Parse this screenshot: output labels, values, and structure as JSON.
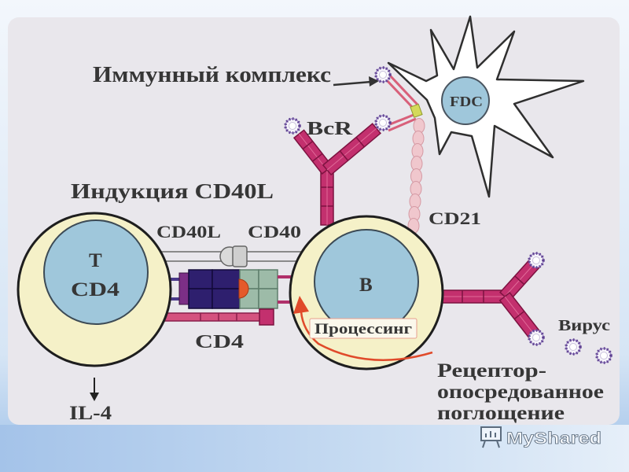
{
  "diagram": {
    "labels": {
      "immune_complex": "Иммунный комплекс",
      "fdc": "FDC",
      "bcr": "BcR",
      "cd40l_induction": "Индукция CD40L",
      "cd40l": "CD40L",
      "cd40": "CD40",
      "cd21": "CD21",
      "t_cell_letter": "T",
      "t_cell_marker": "CD4",
      "b_cell_letter": "B",
      "processing": "Процессинг",
      "cd4": "CD4",
      "virus": "Вирус",
      "receptor_uptake": [
        "Рецептор-",
        "опосредованное",
        "поглощение"
      ],
      "il4": "IL-4"
    },
    "palette": {
      "cell_cytoplasm": "#f5f1c8",
      "nucleus": "#9fc7db",
      "antibody": "#c3306e",
      "processing": "#d42b2b",
      "cd40l": "#2e1f6e",
      "cd40": "#9dbba8",
      "cd21": "#f0c7cd"
    }
  },
  "watermark": {
    "brand": "MyShared",
    "icon": "presentation-board-icon"
  }
}
